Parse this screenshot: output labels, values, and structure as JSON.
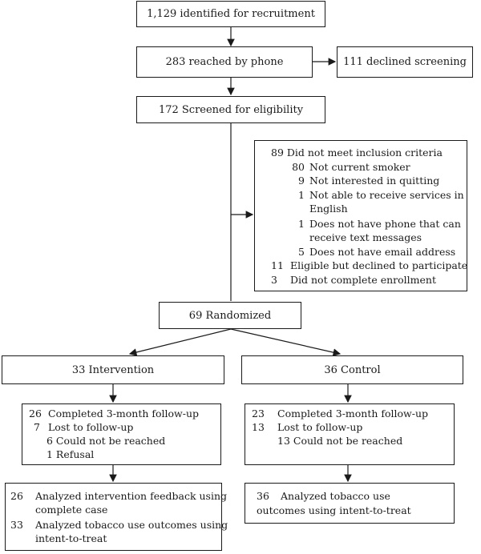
{
  "recruit": "1,129 identified for recruitment",
  "phone": "283 reached by phone",
  "declined": "111 declined screening",
  "screened": "172 Screened for eligibility",
  "excluded": {
    "header": "89 Did not meet inclusion criteria",
    "rows": [
      {
        "n": "80",
        "text": "Not current smoker"
      },
      {
        "n": "9",
        "text": "Not interested in quitting"
      },
      {
        "n": "1",
        "text": "Not able to receive services in"
      },
      {
        "n": "",
        "text": "English"
      },
      {
        "n": "1",
        "text": "Does not have phone that can"
      },
      {
        "n": "",
        "text": "receive text messages"
      },
      {
        "n": "5",
        "text": "Does not have email address"
      }
    ],
    "tail": [
      {
        "n": "11",
        "text": "Eligible but declined to participate"
      },
      {
        "n": "3",
        "text": "Did not complete enrollment"
      }
    ]
  },
  "randomized": "69 Randomized",
  "intervention": {
    "title": "33 Intervention",
    "follow": [
      {
        "n": "26",
        "text": "Completed 3-month follow-up"
      },
      {
        "n": "7",
        "text": "Lost to follow-up"
      },
      {
        "n": "",
        "text": "6 Could not be reached"
      },
      {
        "n": "",
        "text": "1 Refusal"
      }
    ],
    "analysis": [
      {
        "n": "26",
        "text": "Analyzed intervention feedback using"
      },
      {
        "n": "",
        "text": "complete case"
      },
      {
        "n": "33",
        "text": "Analyzed tobacco use outcomes using"
      },
      {
        "n": "",
        "text": "intent-to-treat"
      }
    ]
  },
  "control": {
    "title": "36 Control",
    "follow": [
      {
        "n": "23",
        "text": "Completed 3-month follow-up"
      },
      {
        "n": "13",
        "text": "Lost to follow-up"
      },
      {
        "n": "",
        "text": "13 Could not be reached"
      }
    ],
    "analysis": [
      {
        "n": "36",
        "text": "Analyzed tobacco use"
      },
      {
        "n": "",
        "text": "outcomes using intent-to-treat"
      }
    ]
  }
}
